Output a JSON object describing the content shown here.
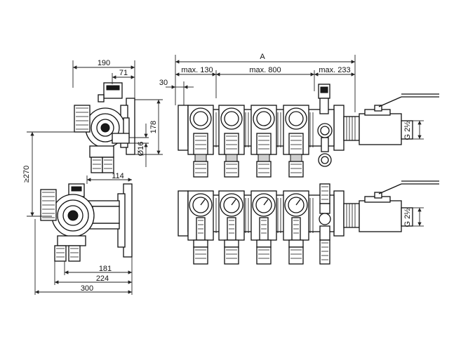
{
  "dimensions": {
    "side_width_190": "190",
    "side_offset_71": "71",
    "side_height_178": "178",
    "side_pipe_diameter": "Ø16",
    "side_depth_114": "114",
    "side_height_270": "≥270",
    "side_181": "181",
    "side_224": "224",
    "side_300": "300",
    "front_total": "A",
    "front_left_max": "max. 130",
    "front_middle_max": "max. 800",
    "front_right_max": "max. 233",
    "front_offset_30": "30",
    "thread_top": "G 2½",
    "thread_bottom": "G 2½"
  }
}
